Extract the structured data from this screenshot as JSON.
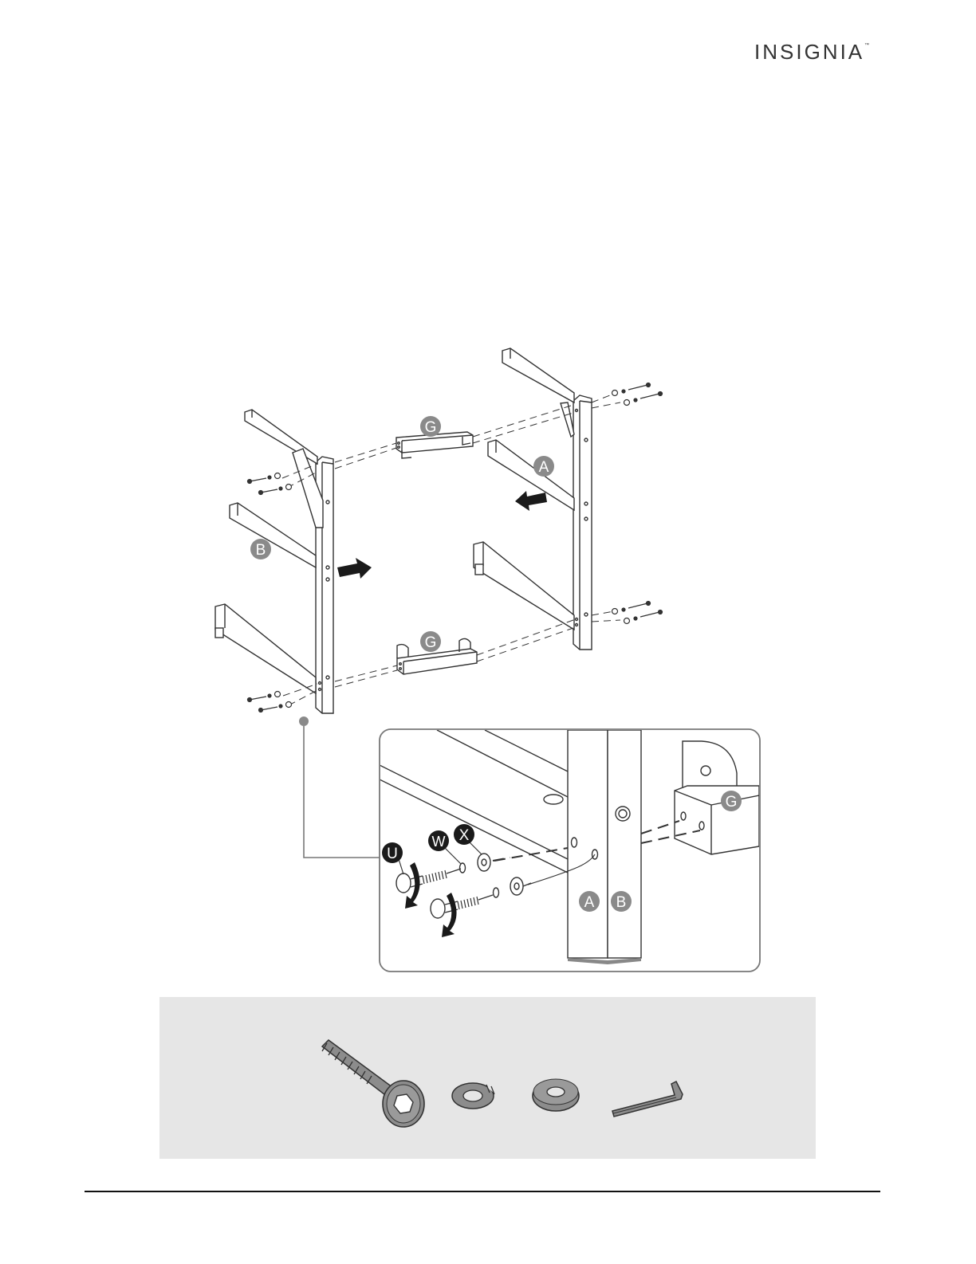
{
  "header": {
    "brand_name": "INSIGNIA",
    "trademark": "™"
  },
  "assembly_diagram": {
    "labels": {
      "bracket_top": "G",
      "bracket_bottom": "G",
      "frame_right": "A",
      "frame_left": "B"
    }
  },
  "detail_view": {
    "labels": {
      "bolt": "U",
      "lock_washer": "W",
      "flat_washer": "X",
      "bracket": "G",
      "frame_a": "A",
      "frame_b": "B"
    }
  },
  "parts_panel": {
    "items": [
      "bolt-icon",
      "lock-washer-icon",
      "flat-washer-icon",
      "allen-wrench-icon"
    ]
  },
  "colors": {
    "line": "#333333",
    "label_gray": "#8a8a8a",
    "label_black": "#1a1a1a",
    "panel_bg": "#e6e6e6"
  }
}
